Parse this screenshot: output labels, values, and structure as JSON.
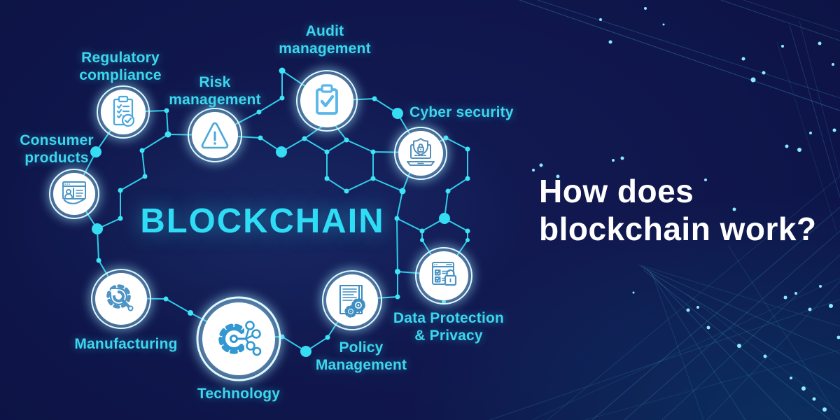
{
  "title": {
    "center_label": "BLOCKCHAIN"
  },
  "heading": {
    "lines": [
      "How does",
      "blockchain work?"
    ]
  },
  "nodes": [
    {
      "id": "consumer-products",
      "label": "Consumer products",
      "icon": "browser-user-icon"
    },
    {
      "id": "regulatory-compliance",
      "label": "Regulatory compliance",
      "icon": "clipboard-checklist-icon"
    },
    {
      "id": "risk-management",
      "label": "Risk management",
      "icon": "warning-triangle-icon"
    },
    {
      "id": "audit-management",
      "label": "Audit management",
      "icon": "clipboard-check-icon"
    },
    {
      "id": "cyber-security",
      "label": "Cyber security",
      "icon": "laptop-shield-lock-icon"
    },
    {
      "id": "data-protection-privacy",
      "label": "Data Protection & Privacy",
      "icon": "form-lock-icon"
    },
    {
      "id": "policy-management",
      "label": "Policy Management",
      "icon": "document-gears-icon"
    },
    {
      "id": "technology",
      "label": "Technology",
      "icon": "gear-network-icon"
    },
    {
      "id": "manufacturing",
      "label": "Manufacturing",
      "icon": "gear-wrench-icon"
    }
  ],
  "colors": {
    "background": "#0d1449",
    "accent_cyan": "#2fd8f1",
    "label_text": "#3cd6ee",
    "heading_text": "#ffffff",
    "icon_stroke": "#4d94c4",
    "node_fill": "#ffffff"
  }
}
